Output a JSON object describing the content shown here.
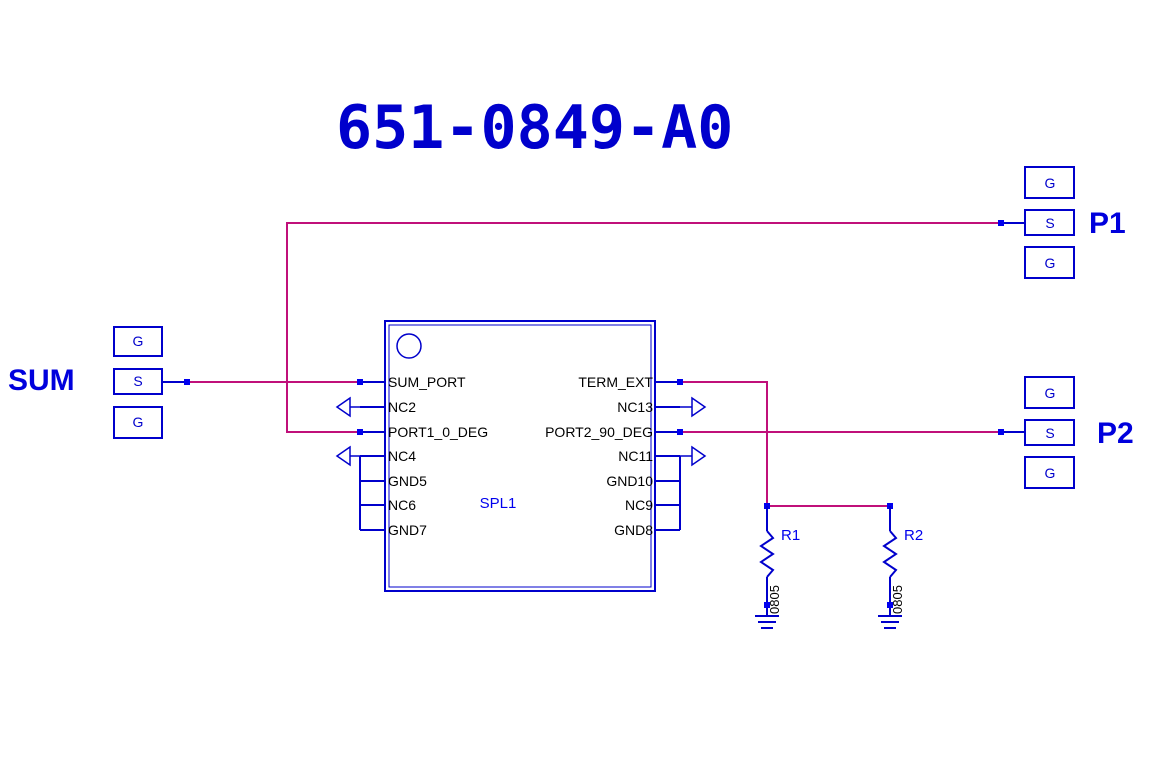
{
  "title": "651-0849-A0",
  "colors": {
    "wire": "#c0107a",
    "component": "#0000cc",
    "pin_text": "#000000"
  },
  "ports": {
    "sum": {
      "label": "SUM",
      "pads": [
        "G",
        "S",
        "G"
      ]
    },
    "p1": {
      "label": "P1",
      "pads": [
        "G",
        "S",
        "G"
      ]
    },
    "p2": {
      "label": "P2",
      "pads": [
        "G",
        "S",
        "G"
      ]
    }
  },
  "splitter": {
    "refdes": "SPL1",
    "left_pins": [
      "SUM_PORT",
      "NC2",
      "PORT1_0_DEG",
      "NC4",
      "GND5",
      "NC6",
      "GND7"
    ],
    "right_pins": [
      "TERM_EXT",
      "NC13",
      "PORT2_90_DEG",
      "NC11",
      "GND10",
      "NC9",
      "GND8"
    ]
  },
  "resistors": [
    {
      "refdes": "R1",
      "package": "0805"
    },
    {
      "refdes": "R2",
      "package": "0805"
    }
  ]
}
